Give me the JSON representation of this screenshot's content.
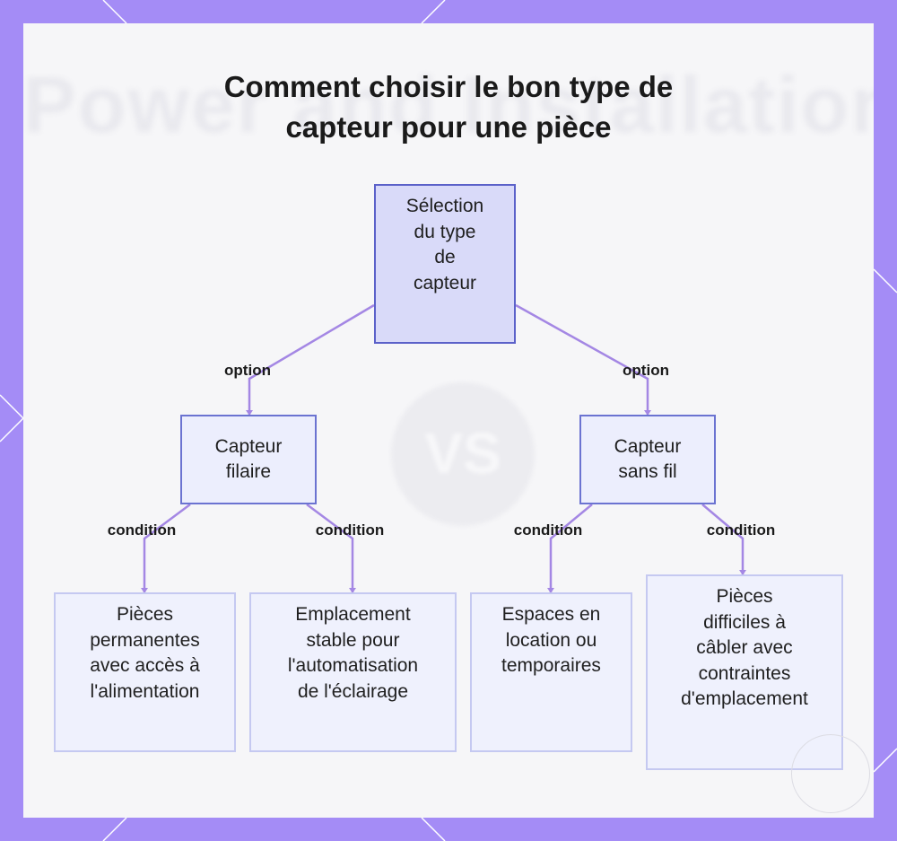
{
  "title": "Comment choisir le bon type de capteur pour une pièce",
  "background_text": {
    "heading": "Power and Installation F",
    "badge": "VS"
  },
  "nodes": {
    "root": {
      "lines": [
        "Sélection",
        "du type",
        "de",
        "capteur"
      ]
    },
    "wired": {
      "lines": [
        "Capteur",
        "filaire"
      ]
    },
    "wireless": {
      "lines": [
        "Capteur",
        "sans fil"
      ]
    },
    "leaf1": {
      "lines": [
        "Pièces",
        "permanentes",
        "avec accès à",
        "l'alimentation"
      ]
    },
    "leaf2": {
      "lines": [
        "Emplacement",
        "stable pour",
        "l'automatisation",
        "de l'éclairage"
      ]
    },
    "leaf3": {
      "lines": [
        "Espaces en",
        "location ou",
        "temporaires"
      ]
    },
    "leaf4": {
      "lines": [
        "Pièces",
        "difficiles à",
        "câbler avec",
        "contraintes",
        "d'emplacement"
      ]
    }
  },
  "edge_labels": {
    "root_wired": "option",
    "root_wireless": "option",
    "wired_leaf1": "condition",
    "wired_leaf2": "condition",
    "wireless_leaf3": "condition",
    "wireless_leaf4": "condition"
  },
  "colors": {
    "frame": "#a48cf6",
    "panel": "#f6f6f8",
    "edge": "#a487e4",
    "root_fill": "#d9daf9",
    "root_border": "#5b61c9",
    "leaf_border": "#c5c9f1"
  }
}
